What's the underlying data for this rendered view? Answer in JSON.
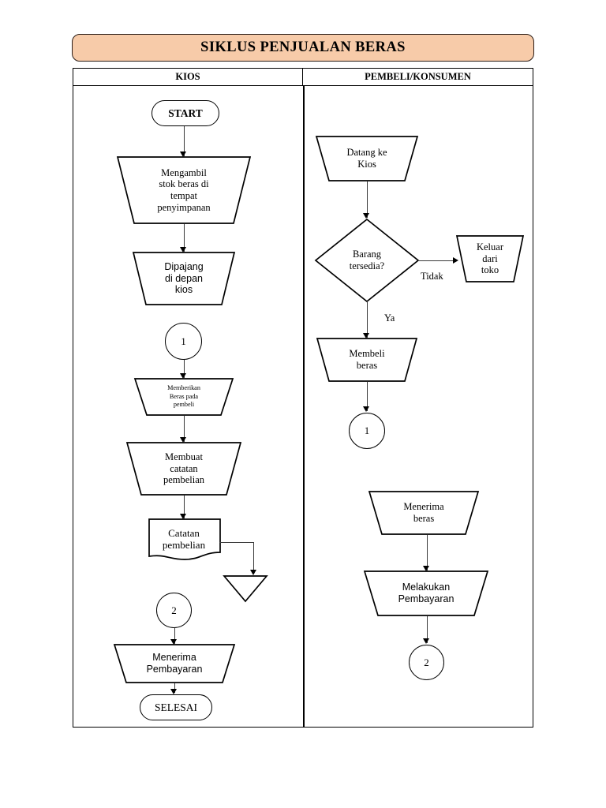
{
  "title": "SIKLUS PENJUALAN BERAS",
  "lanes": {
    "left": "KIOS",
    "right": "PEMBELI/KONSUMEN"
  },
  "colors": {
    "banner_fill": "#F7CBA9",
    "banner_border": "#2B1D17",
    "shape_stroke": "#000000",
    "shape_fill": "#FFFFFF",
    "connector": "#3A3A3A"
  },
  "kios": {
    "start": "START",
    "ambil_stok": "Mengambil\nstok beras di\ntempat\npenyimpanan",
    "dipajang": "Dipajang\ndi depan\nkios",
    "connector_in_1": "1",
    "memberikan_beras": "Memberikan\nBeras pada\npembeli",
    "membuat_catatan": "Membuat\ncatatan\npembelian",
    "catatan_dokumen": "Catatan\npembelian",
    "arsip": "",
    "connector_in_2": "2",
    "menerima_pembayaran": "Menerima\nPembayaran",
    "selesai": "SELESAI"
  },
  "pembeli": {
    "datang_ke_kios": "Datang ke\nKios",
    "barang_tersedia": "Barang\ntersedia?",
    "keluar_dari_toko": "Keluar\ndari\ntoko",
    "membeli_beras": "Membeli\nberas",
    "connector_out_1": "1",
    "menerima_beras": "Menerima\nberas",
    "melakukan_pembayaran": "Melakukan\nPembayaran",
    "connector_out_2": "2"
  },
  "edge_labels": {
    "tidak": "Tidak",
    "ya": "Ya"
  }
}
